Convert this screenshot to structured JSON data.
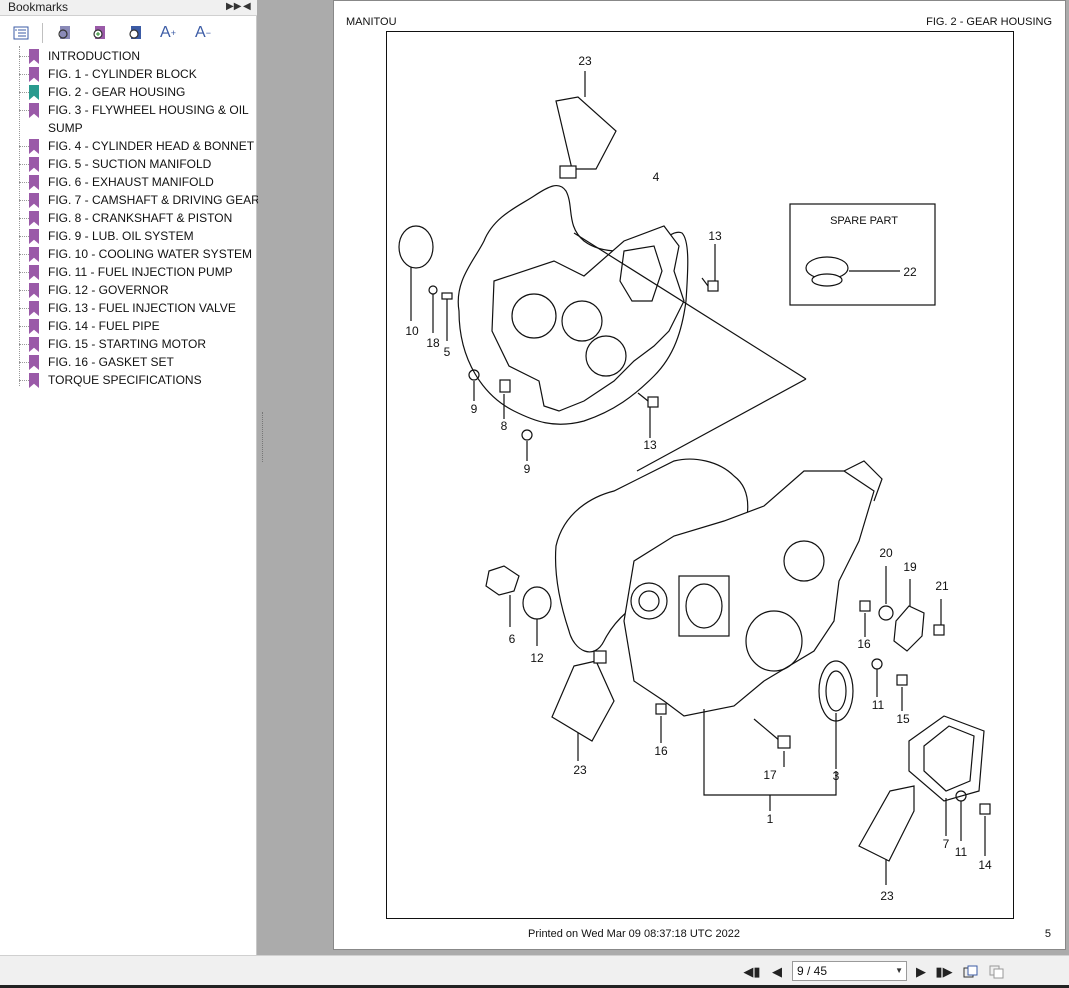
{
  "bookmarks": {
    "title": "Bookmarks",
    "items": [
      {
        "label": "INTRODUCTION"
      },
      {
        "label": "FIG. 1 - CYLINDER BLOCK"
      },
      {
        "label": "FIG. 2 - GEAR HOUSING",
        "active": true
      },
      {
        "label": "FIG. 3 - FLYWHEEL HOUSING & OIL"
      },
      {
        "label": "SUMP"
      },
      {
        "label": "FIG. 4 - CYLINDER HEAD & BONNET"
      },
      {
        "label": "FIG. 5 - SUCTION MANIFOLD"
      },
      {
        "label": "FIG. 6 - EXHAUST MANIFOLD"
      },
      {
        "label": "FIG. 7 - CAMSHAFT & DRIVING GEAR"
      },
      {
        "label": "FIG. 8 - CRANKSHAFT & PISTON"
      },
      {
        "label": "FIG. 9 - LUB. OIL SYSTEM"
      },
      {
        "label": "FIG. 10 - COOLING WATER SYSTEM"
      },
      {
        "label": "FIG. 11 - FUEL INJECTION PUMP"
      },
      {
        "label": "FIG. 12 - GOVERNOR"
      },
      {
        "label": "FIG. 13 - FUEL INJECTION VALVE"
      },
      {
        "label": "FIG. 14 - FUEL PIPE"
      },
      {
        "label": "FIG. 15 - STARTING MOTOR"
      },
      {
        "label": "FIG. 16 - GASKET SET"
      },
      {
        "label": "TORQUE SPECIFICATIONS"
      }
    ]
  },
  "toolbar": {
    "font_increase": "A",
    "font_decrease": "A"
  },
  "page": {
    "header_left": "MANITOU",
    "header_right": "FIG. 2 - GEAR HOUSING",
    "spare_part_title": "SPARE PART",
    "footer": "Printed on  Wed Mar 09 08:37:18 UTC 2022",
    "page_number": "5",
    "callouts": [
      "23",
      "4",
      "13",
      "22",
      "10",
      "18",
      "5",
      "9",
      "8",
      "13",
      "9",
      "20",
      "19",
      "21",
      "6",
      "12",
      "16",
      "16",
      "11",
      "15",
      "23",
      "17",
      "3",
      "1",
      "7",
      "11",
      "14",
      "23"
    ]
  },
  "nav": {
    "page_indicator": "9 / 45"
  }
}
